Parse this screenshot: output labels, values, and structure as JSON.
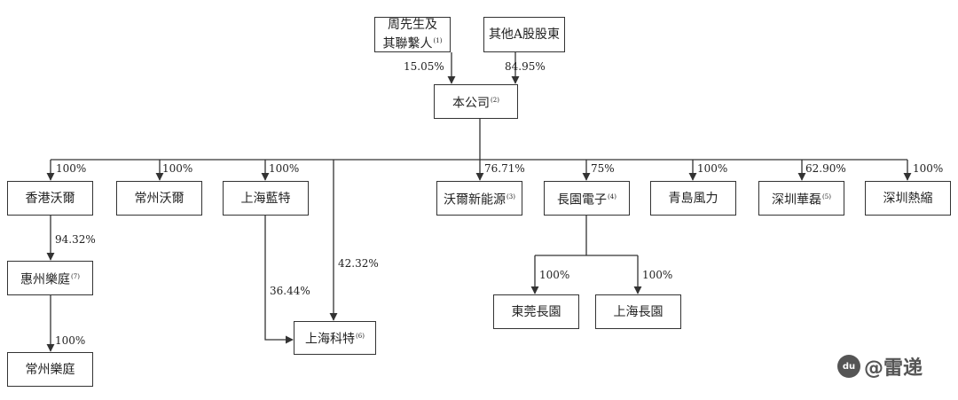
{
  "nodes": {
    "zhou": {
      "line1": "周先生及",
      "line2": "其聯繫人",
      "note": "(1)"
    },
    "other_a": {
      "label": "其他A股股東"
    },
    "company": {
      "label": "本公司",
      "note": "(2)"
    },
    "hk_wer": {
      "label": "香港沃爾"
    },
    "cz_wer": {
      "label": "常州沃爾"
    },
    "sh_lante": {
      "label": "上海藍特"
    },
    "wer_ne": {
      "label": "沃爾新能源",
      "note": "(3)"
    },
    "changyuan": {
      "label": "長園電子",
      "note": "(4)"
    },
    "qd_wind": {
      "label": "青島風力"
    },
    "sz_hualei": {
      "label": "深圳華磊",
      "note": "(5)"
    },
    "sz_shrink": {
      "label": "深圳熱縮"
    },
    "hz_leting": {
      "label": "惠州樂庭",
      "note": "(7)"
    },
    "cz_leting": {
      "label": "常州樂庭"
    },
    "sh_kete": {
      "label": "上海科特",
      "note": "(6)"
    },
    "dg_changyuan": {
      "label": "東莞長園"
    },
    "sh_changyuan": {
      "label": "上海長園"
    }
  },
  "percents": {
    "zhou_to_company": "15.05%",
    "other_to_company": "84.95%",
    "hk_wer": "100%",
    "cz_wer": "100%",
    "sh_lante": "100%",
    "sh_kete_direct": "42.32%",
    "wer_ne": "76.71%",
    "changyuan": "75%",
    "qd_wind": "100%",
    "sz_hualei": "62.90%",
    "sz_shrink": "100%",
    "hz_leting": "94.32%",
    "cz_leting": "100%",
    "sh_kete_via_lante": "36.44%",
    "dg_changyuan": "100%",
    "sh_changyuan": "100%"
  },
  "watermark": {
    "icon": "paw-icon",
    "text": "@雷递"
  }
}
